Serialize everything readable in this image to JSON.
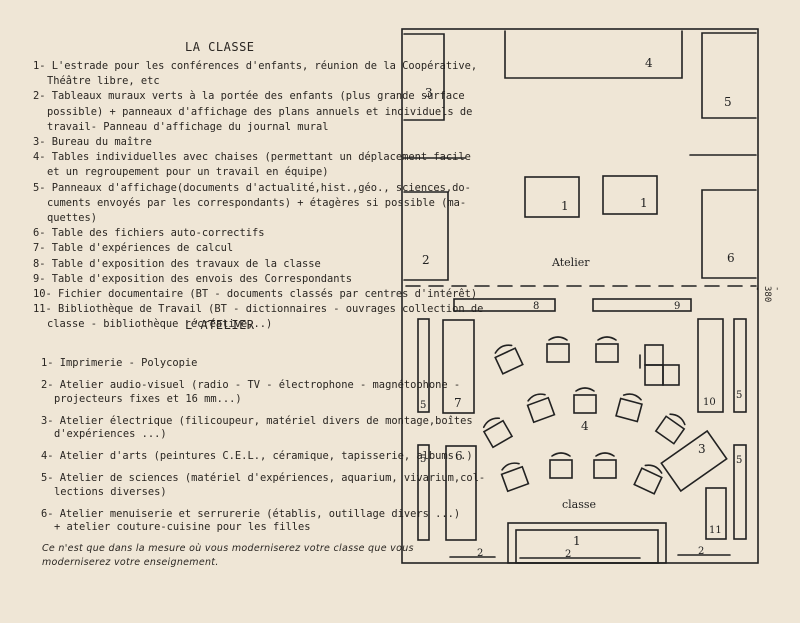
{
  "left_page": {
    "title_classe": "LA CLASSE",
    "classe_items": [
      [
        "1- L'estrade pour les conférences d'enfants, réunion de la Coopérative,",
        "Théâtre libre, etc"
      ],
      [
        "2- Tableaux muraux verts à la portée des enfants (plus grande surface",
        "possible) + panneaux d'affichage des plans annuels et individuels de",
        "travail- Panneau d'affichage du journal mural"
      ],
      [
        "3- Bureau du maître"
      ],
      [
        "4- Tables individuelles avec chaises (permettant un déplacement facile",
        "et un regroupement pour un travail en équipe)"
      ],
      [
        "5- Panneaux d'affichage(documents d'actualité,hist.,géo., sciences,do-",
        "cuments envoyés par les correspondants) + étagères si possible (ma-",
        "quettes)"
      ],
      [
        "6- Table des fichiers auto-correctifs"
      ],
      [
        "7- Table d'expériences de calcul"
      ],
      [
        "8- Table d'exposition des travaux de la classe"
      ],
      [
        "9- Table d'exposition des envois des Correspondants"
      ],
      [
        "10- Fichier documentaire (BT - documents classés par centres d'intérêt)"
      ],
      [
        "11- Bibliothèque de Travail (BT - dictionnaires - ouvrages collection de",
        "classe - bibliothèque récréative,..)"
      ]
    ],
    "title_atelier": "L'ATELIER",
    "atelier_items": [
      [
        "1- Imprimerie - Polycopie"
      ],
      [
        "2- Atelier audio-visuel (radio - TV - électrophone - magnétophone -",
        "projecteurs fixes et 16 mm...)"
      ],
      [
        "3- Atelier électrique (filicoupeur, matériel divers de montage,boîtes",
        "d'expériences ...)"
      ],
      [
        "4- Atelier d'arts (peintures C.E.L., céramique, tapisserie, albums..)"
      ],
      [
        "5- Atelier de sciences (matériel d'expériences, aquarium, vivarium,col-",
        "lections diverses)"
      ],
      [
        "6- Atelier menuiserie et serrurerie (établis, outillage divers ...)",
        "+ atelier couture-cuisine pour les filles"
      ]
    ],
    "note_lines": [
      "Ce n'est que dans la mesure où vous moderniserez votre classe que vous",
      "moderniserez votre enseignement."
    ],
    "page_number": "- 380 -"
  },
  "plan": {
    "labels": {
      "n4_top": "4",
      "n3": "3",
      "n5_top": "5",
      "n1_a": "1",
      "n1_b": "1",
      "n2_atelier": "2",
      "atelier": "Atelier",
      "n6_atelier": "6",
      "n8": "8",
      "n9": "9",
      "n5_left1": "5",
      "n7": "7",
      "n10": "10",
      "n5_right1": "5",
      "n4_mid": "4",
      "n5_left2": "5",
      "n6_classe": "6",
      "n3_classe": "3",
      "n5_right2": "5",
      "classe": "classe",
      "n11": "11",
      "n1_estrade": "1",
      "n2_a": "2",
      "n2_b": "2",
      "n2_c": "2"
    }
  }
}
